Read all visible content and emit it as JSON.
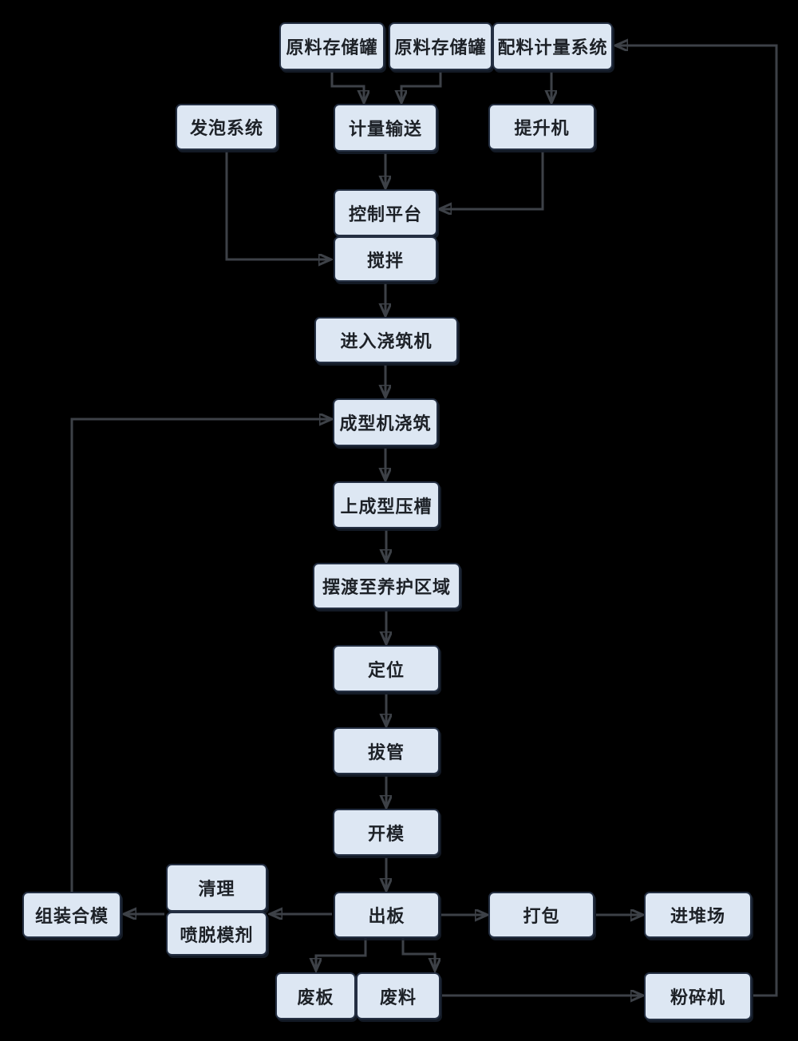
{
  "flowchart": {
    "background_color": "#000000",
    "node_fill_color": "#dde7f3",
    "node_border_color": "#242f42",
    "arrow_color": "#3d4147",
    "text_color": "#1d2127",
    "nodes": {
      "raw_tank_1": {
        "label": "原料存储罐"
      },
      "raw_tank_2": {
        "label": "原料存储罐"
      },
      "batching_system": {
        "label": "配料计量系统"
      },
      "foaming_system": {
        "label": "发泡系统"
      },
      "metering_conveyor": {
        "label": "计量输送"
      },
      "hoist": {
        "label": "提升机"
      },
      "control_platform": {
        "label": "控制平台"
      },
      "stirring": {
        "label": "搅拌"
      },
      "enter_casting_machine": {
        "label": "进入浇筑机"
      },
      "forming_machine_casting": {
        "label": "成型机浇筑"
      },
      "forming_press_groove": {
        "label": "上成型压槽"
      },
      "ferry_to_curing_area": {
        "label": "摆渡至养护区域"
      },
      "positioning": {
        "label": "定位"
      },
      "pipe_pulling": {
        "label": "拔管"
      },
      "mold_opening": {
        "label": "开模"
      },
      "assemble_mold": {
        "label": "组装合模"
      },
      "cleaning": {
        "label": "清理"
      },
      "spray_release_agent": {
        "label": "喷脱模剂"
      },
      "board_out": {
        "label": "出板"
      },
      "packing": {
        "label": "打包"
      },
      "stacking_yard": {
        "label": "进堆场"
      },
      "waste_board": {
        "label": "废板"
      },
      "waste_material": {
        "label": "废料"
      },
      "crusher": {
        "label": "粉碎机"
      }
    },
    "edges": [
      {
        "from": "raw_tank_1",
        "to": "metering_conveyor"
      },
      {
        "from": "raw_tank_2",
        "to": "metering_conveyor"
      },
      {
        "from": "batching_system",
        "to": "hoist"
      },
      {
        "from": "metering_conveyor",
        "to": "control_platform"
      },
      {
        "from": "hoist",
        "to": "control_platform"
      },
      {
        "from": "foaming_system",
        "to": "stirring"
      },
      {
        "from": "stirring",
        "to": "enter_casting_machine"
      },
      {
        "from": "enter_casting_machine",
        "to": "forming_machine_casting"
      },
      {
        "from": "forming_machine_casting",
        "to": "forming_press_groove"
      },
      {
        "from": "forming_press_groove",
        "to": "ferry_to_curing_area"
      },
      {
        "from": "ferry_to_curing_area",
        "to": "positioning"
      },
      {
        "from": "positioning",
        "to": "pipe_pulling"
      },
      {
        "from": "pipe_pulling",
        "to": "mold_opening"
      },
      {
        "from": "mold_opening",
        "to": "board_out"
      },
      {
        "from": "board_out",
        "to": "packing"
      },
      {
        "from": "packing",
        "to": "stacking_yard"
      },
      {
        "from": "board_out",
        "to": "spray_release_agent"
      },
      {
        "from": "spray_release_agent",
        "to": "assemble_mold"
      },
      {
        "from": "assemble_mold",
        "to": "forming_machine_casting"
      },
      {
        "from": "board_out",
        "to": "waste_board"
      },
      {
        "from": "board_out",
        "to": "waste_material"
      },
      {
        "from": "waste_material",
        "to": "crusher"
      },
      {
        "from": "crusher",
        "to": "batching_system"
      }
    ]
  }
}
